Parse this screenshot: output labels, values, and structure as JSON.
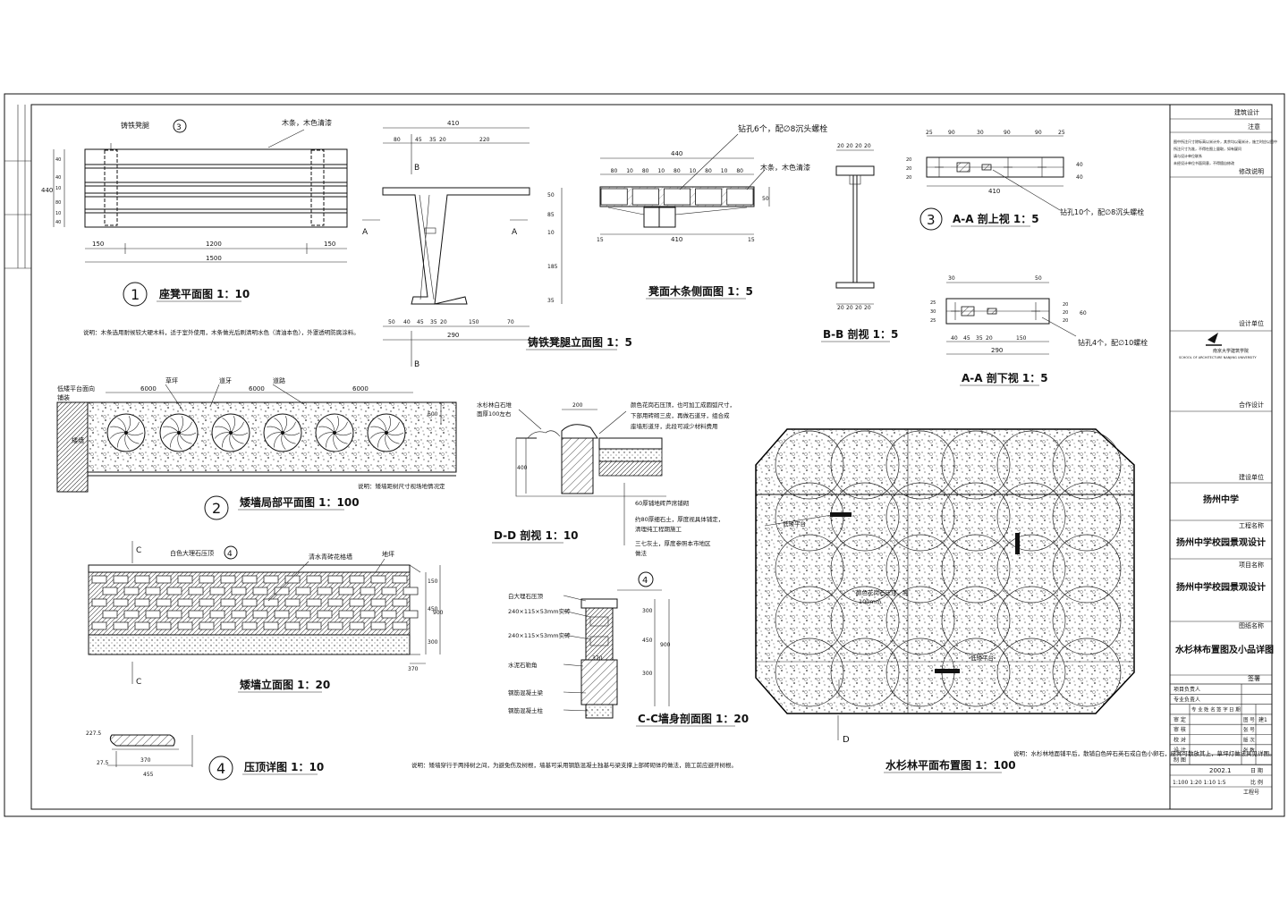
{
  "title_block": {
    "t_design": "建筑设计",
    "t_note": "注意",
    "note_lines": [
      "图中所注尺寸除标高以米计外，其余均以毫米计，施工时应以图中",
      "所注尺寸为准，不得在图上量取，如有疑问",
      "请与设计单位联系",
      "未经设计单位书面同意，不得擅自修改"
    ],
    "t_revision": "修改说明",
    "t_unit": "设计单位",
    "school_name": "南京大学建筑学院",
    "school_name_en": "SCHOOL OF ARCHITECTURE NANJING UNIVERSITY",
    "t_partner": "合作设计",
    "t_client": "建设单位",
    "client": "扬州中学",
    "t_project": "工程名称",
    "project": "扬州中学校园景观设计",
    "t_item": "项目名称",
    "item": "扬州中学校园景观设计",
    "t_drawing": "图纸名称",
    "drawing": "水杉林布置图及小品详图",
    "t_sign": "签署",
    "roles": [
      "项目负责人",
      "专业负责人",
      "审 定",
      "审 核",
      "校 对",
      "设 计",
      "制 图"
    ],
    "cols": [
      "专 业",
      "姓 名",
      "签 字",
      "日 期"
    ],
    "drawing_no_label": "图 号",
    "drawing_no": "建1",
    "sheet_label": "张 号",
    "edition_label": "版 次",
    "count_label": "张 数",
    "date": "2002.1",
    "date_label": "日 期",
    "scales": "1:100  1:20  1:10  1:5",
    "scale_label": "比 例",
    "t_no": "工程号"
  },
  "drawings": {
    "d1": {
      "title": "座凳平面图 1：10",
      "num": "1",
      "label_top": "铸铁凳腿",
      "callout": "3",
      "label_wood": "木条，木色清漆",
      "dims_bottom": [
        "150",
        "1200",
        "150"
      ],
      "dim_total": "1500",
      "dim_side": "440",
      "dims_side_small": [
        "40",
        "40",
        "10",
        "80",
        "10",
        "40"
      ],
      "note": "说明：木条选用耐候较大硬木料，适于室外使用，木条做光后刷清明水色（清油本色），外罩透明防腐涂料。"
    },
    "d2": {
      "title": "铸铁凳腿立面图 1：5",
      "dim_top": "410",
      "dims_top2": [
        "80",
        "45",
        "35",
        "20",
        "220"
      ],
      "dims_right": [
        "50",
        "85",
        "10",
        "185",
        "35"
      ],
      "dims_bottom": [
        "50",
        "40",
        "45",
        "35",
        "20",
        "150",
        "70"
      ],
      "dim_bottom_total": "290",
      "mark_a": "A",
      "mark_b": "B"
    },
    "d3": {
      "title": "凳面木条侧面图 1：5",
      "dim_top": "440",
      "dims_top2": [
        "80",
        "10",
        "80",
        "10",
        "80",
        "10",
        "80",
        "10",
        "80"
      ],
      "dim_bottom": "410",
      "dims_side": [
        "15",
        "15"
      ],
      "dim_right": "50",
      "label_drill": "钻孔6个，配∅8沉头螺栓",
      "label_wood": "木条，木色清漆"
    },
    "d4": {
      "title": "B-B 剖视 1：5",
      "dims_top": [
        "20",
        "20",
        "20",
        "20"
      ]
    },
    "d5": {
      "title": "A-A 剖上视 1：5",
      "num": "3",
      "dims_top": [
        "25",
        "90",
        "30",
        "90",
        "90",
        "25"
      ],
      "dim_bottom": "410",
      "dims_right": [
        "40",
        "40"
      ],
      "dims_left": [
        "20",
        "20",
        "20"
      ],
      "label": "钻孔10个，配∅8沉头螺栓"
    },
    "d6": {
      "title": "A-A 剖下视 1：5",
      "dims_top": [
        "30",
        "50"
      ],
      "dims_bottom": [
        "40",
        "45",
        "35",
        "20",
        "150"
      ],
      "dim_total": "290",
      "dims_right": [
        "20",
        "20",
        "20"
      ],
      "dim_right2": "60",
      "dims_left": [
        "25",
        "30",
        "25"
      ],
      "label": "钻孔4个，配∅10螺栓"
    },
    "d7": {
      "title": "矮墙局部平面图 1：100",
      "num": "2",
      "label_left": "低矮平台面向",
      "label_left2": "铺装",
      "labels_top": [
        "草坪",
        "道牙",
        "道路"
      ],
      "dims": [
        "6000",
        "6000",
        "6000"
      ],
      "dim_right": "600",
      "label_wall": "矮墙",
      "note": "说明：矮墙距树尺寸视场地情况定"
    },
    "d8": {
      "title": "D-D 剖视 1：10",
      "label_tl": "水杉林白石堆",
      "label_tl2": "面厚100左右",
      "dim_top": "200",
      "label_r1": "颜色花岗石压顶，也可加工成圆弧尺寸，",
      "label_r2": "下部用砖砌三皮，再做石道牙，组合成",
      "label_r3": "座墙形道牙，此段可减少材料费用",
      "dim_left": "400",
      "notes": [
        "60厚铺地砖芦席铺砌",
        "约80厚细石土，厚度视具体铺定，",
        "清理纯工程期施工",
        "三七灰土，厚度参照本市地区",
        "做法"
      ]
    },
    "d9": {
      "title": "矮墙立面图 1：20",
      "label_top": "白色大理石压顶",
      "callout": "4",
      "label_mid": "清水青砖花格墙",
      "label_right": "地坪",
      "dims_right": [
        "150",
        "450",
        "300"
      ],
      "dim_total": "900",
      "dim_bottom": "370",
      "mark": "C"
    },
    "d10": {
      "title": "C-C墙身剖面图 1：20",
      "callout": "4",
      "labels": [
        "白大理石压顶",
        "240×115×53mm实砖",
        "240×115×53mm实砖",
        "水泥石勒角",
        "钢筋混凝土梁",
        "钢筋混凝土柱"
      ],
      "dims": [
        "300",
        "450",
        "300"
      ],
      "dim_total": "900",
      "dim_w": "370"
    },
    "d11": {
      "title": "压顶详图 1：10",
      "num": "4",
      "dims": [
        "227.5",
        "27.5",
        "370",
        "455"
      ]
    },
    "d12": {
      "title": "水杉林平面布置图 1：100",
      "label_a": "低矮平台",
      "label_b": "颜色花岗石压顶，高",
      "label_b2": "100mm",
      "label_c": "低矮平台",
      "mark": "D",
      "note": "说明：水杉林地面铺平后，散铺白色碎石英石或白色小卵石，座凳可散放其上，草坪灯做法具见详图。"
    },
    "bottom_note": "说明：矮墙穿行于两排树之间，为避免伤及树根，墙基可采用钢筋混凝土独基与梁支撑上部砖砌体的做法，施工前应避开树根。"
  }
}
